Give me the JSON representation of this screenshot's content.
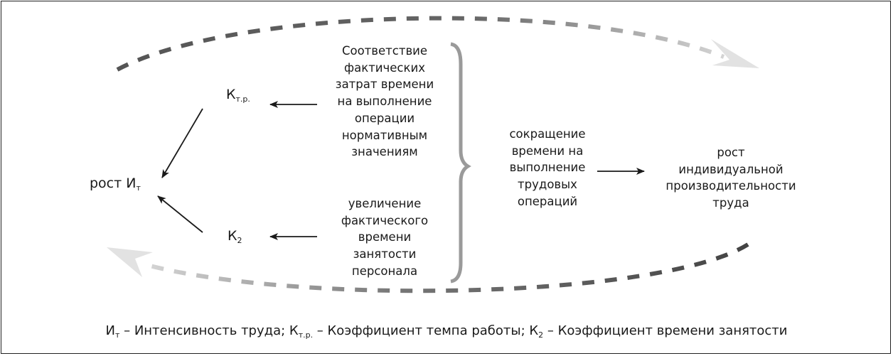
{
  "left": {
    "growth_label": "рост И",
    "growth_sub": "т",
    "k_tr": "К",
    "k_tr_sub": "т.р.",
    "k2": "К",
    "k2_sub": "2"
  },
  "upper_block": [
    "Соответствие",
    "фактических",
    "затрат времени",
    "на выполнение",
    "операции",
    "нормативным",
    "значениям"
  ],
  "lower_block": [
    "увеличение",
    "фактического",
    "времени",
    "занятости",
    "персонала"
  ],
  "middle_block": [
    "сокращение",
    "времени на",
    "выполнение",
    "трудовых",
    "операций"
  ],
  "right_block": [
    "рост",
    "индивидуальной",
    "производительности",
    "труда"
  ],
  "legend": {
    "i_sym": "И",
    "i_sub": "т",
    "i_text": " – Интенсивность труда; ",
    "ktr_sym": "К",
    "ktr_sub": "т.р.",
    "ktr_text": " – Коэффициент темпа работы; ",
    "k2_sym": "К",
    "k2_sub": "2",
    "k2_text": " – Коэффициент времени занятости"
  },
  "colors": {
    "dash_dark": "#555555",
    "dash_light": "#dddddd",
    "brace": "#9a9a9a",
    "arrow": "#1a1a1a"
  }
}
